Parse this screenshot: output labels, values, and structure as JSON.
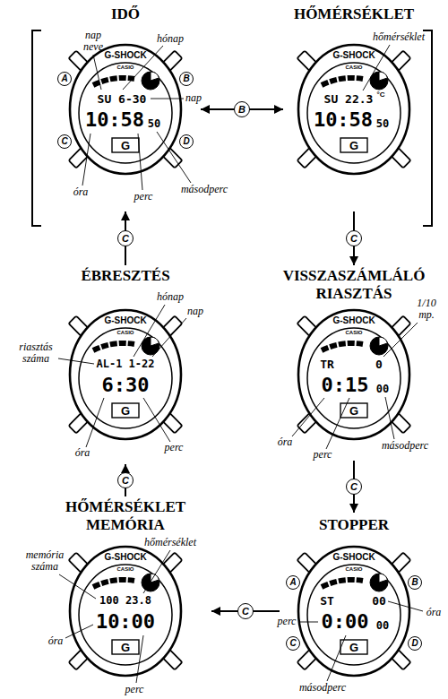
{
  "diagram": {
    "nodes": [
      {
        "text": [
          "IDŐ",
          "G-SHOCK",
          "CASIO",
          "SU 6-30",
          "10:58",
          "50",
          "G"
        ]
      },
      {
        "text": [
          "HŐMÉRSÉKLET",
          "G-SHOCK",
          "CASIO",
          "SU 22.3",
          "°C",
          "10:58",
          "50",
          "G"
        ]
      },
      {
        "text": [
          "ÉBRESZTÉS",
          "G-SHOCK",
          "CASIO",
          "AL-1 1-22",
          "6:30",
          "G"
        ]
      },
      {
        "text": [
          "VISSZASZÁMLÁLÓ RIASZTÁS",
          "G-SHOCK",
          "CASIO",
          "TR",
          "0",
          "0:15",
          "00",
          "G"
        ]
      },
      {
        "text": [
          "HŐMÉRSÉKLET MEMÓRIA",
          "G-SHOCK",
          "CASIO",
          "100 23.8",
          "10:00",
          "G"
        ]
      },
      {
        "text": [
          "STOPPER",
          "G-SHOCK",
          "CASIO",
          "ST",
          "00",
          "0:00",
          "00",
          "G"
        ]
      }
    ],
    "edges": [
      {
        "from": 0,
        "to": 1,
        "label": "B",
        "arrow": "both"
      },
      {
        "from": 1,
        "to": 3,
        "label": "C",
        "arrow": "to"
      },
      {
        "from": 3,
        "to": 5,
        "label": "C",
        "arrow": "to"
      },
      {
        "from": 5,
        "to": 4,
        "label": "C",
        "arrow": "to"
      },
      {
        "from": 4,
        "to": 2,
        "label": "C",
        "arrow": "to"
      },
      {
        "from": 2,
        "to": 0,
        "label": "C",
        "arrow": "to"
      }
    ],
    "labels": [
      "nap neve",
      "hónap",
      "A",
      "B",
      "nap",
      "C",
      "D",
      "óra",
      "perc",
      "másodperc",
      "hőmérséklet",
      "hónap",
      "nap",
      "riasztás száma",
      "óra",
      "perc",
      "1/10 mp.",
      "óra",
      "perc",
      "másodperc",
      "memória száma",
      "hőmérséklet",
      "óra",
      "perc",
      "A",
      "B",
      "óra",
      "perc",
      "C",
      "D",
      "másodperc"
    ]
  }
}
